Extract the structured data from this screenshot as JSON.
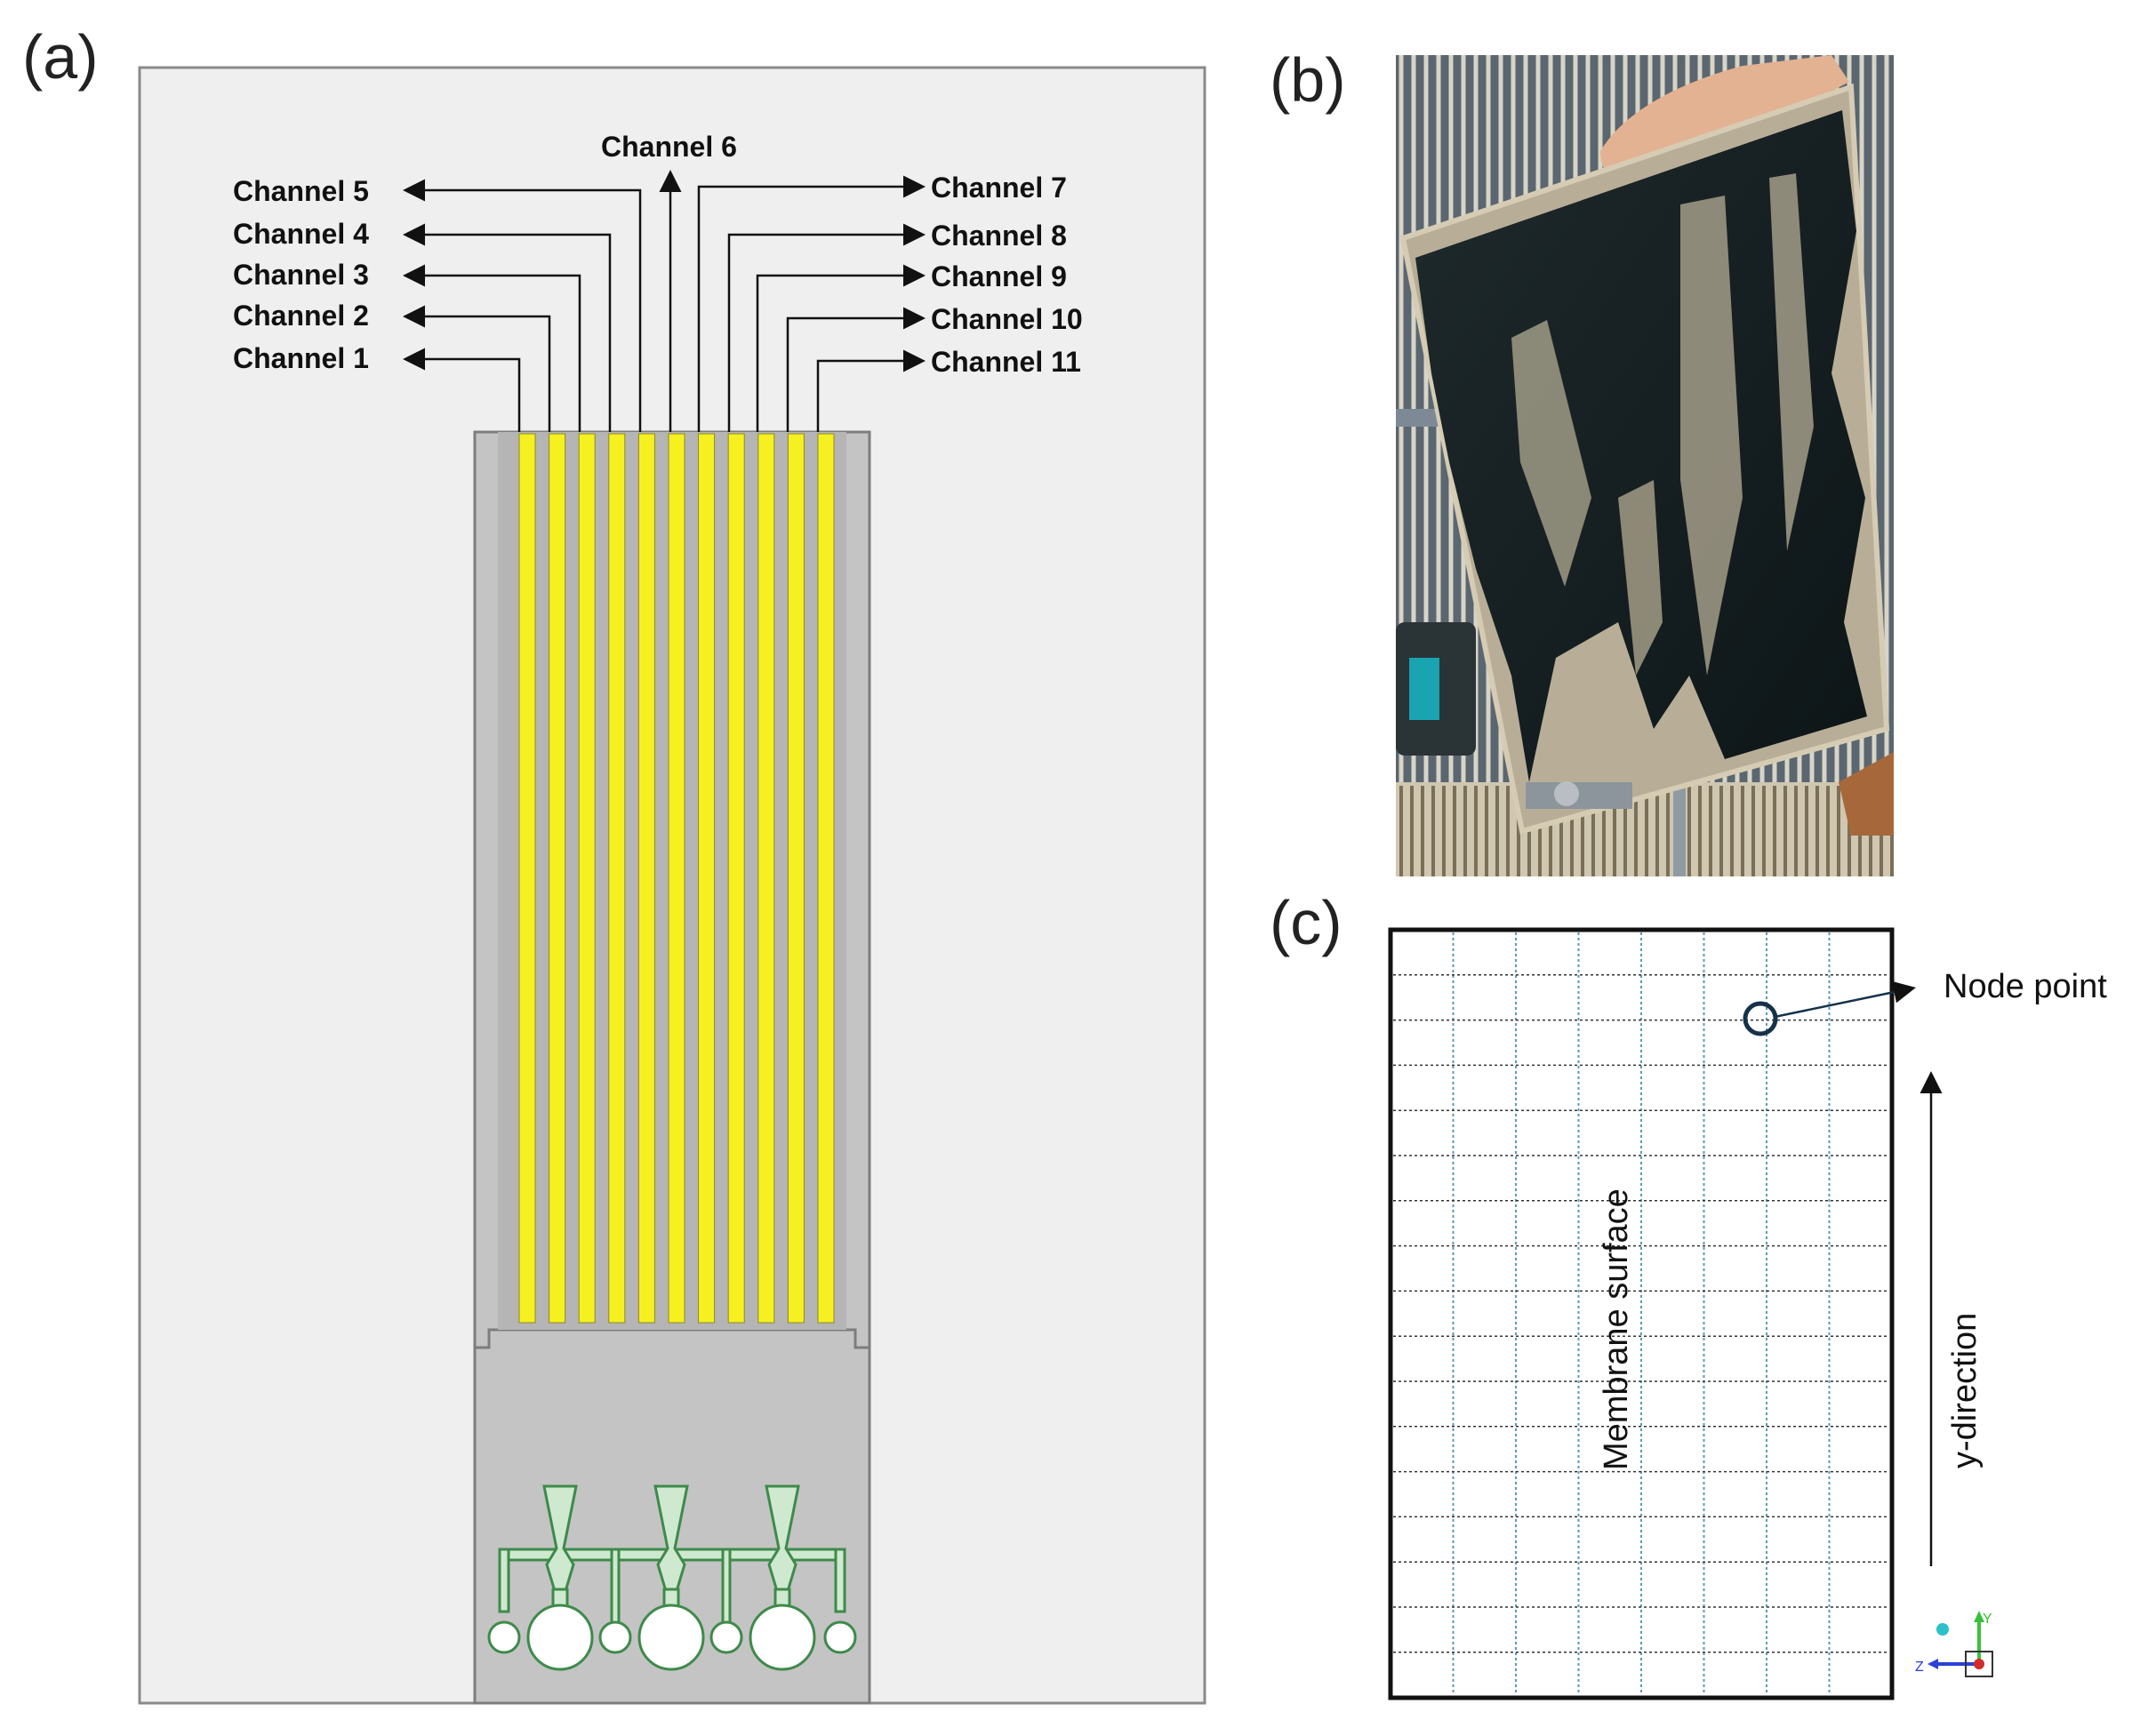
{
  "panels": {
    "a": "(a)",
    "b": "(b)",
    "c": "(c)"
  },
  "channels": {
    "left": [
      "Channel 5",
      "Channel 4",
      "Channel 3",
      "Channel 2",
      "Channel 1"
    ],
    "center": "Channel 6",
    "right": [
      "Channel 7",
      "Channel 8",
      "Channel 9",
      "Channel 10",
      "Channel 11"
    ]
  },
  "grid_panel": {
    "node_label": "Node point",
    "surface_label": "Membrane surface",
    "direction_label": "y-direction",
    "triad": {
      "y": "Y",
      "z": "Z"
    }
  },
  "colors": {
    "channel_yellow": "#f5f020",
    "manifold_green": "#cfe9d0",
    "grid_blue": "#5b9ab5"
  }
}
